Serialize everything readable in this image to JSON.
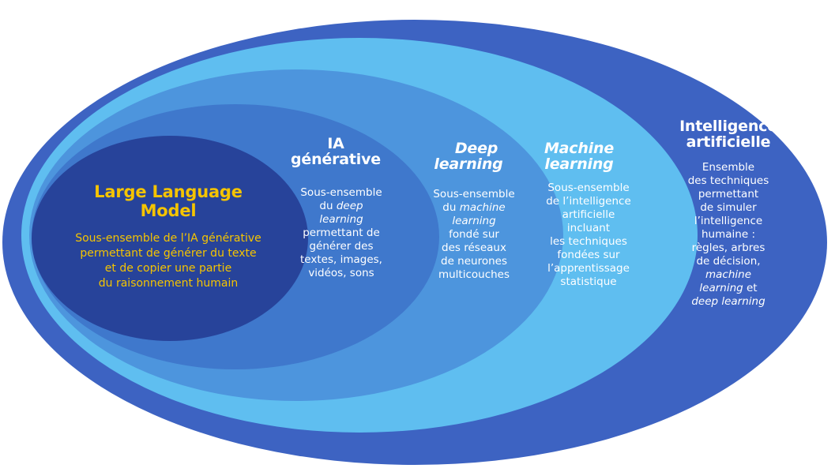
{
  "colors": {
    "ring_ai": "#3d63c2",
    "ring_ml": "#5fbef0",
    "ring_dl": "#4d95dd",
    "ring_gen": "#3f78cc",
    "core_llm": "#27439a",
    "llm_text": "#f5c400",
    "text": "#ffffff"
  },
  "layers": {
    "ai": {
      "title": [
        "Intelligence",
        "artificielle"
      ],
      "desc": [
        {
          "t": "Ensemble",
          "i": false
        },
        {
          "t": "des techniques",
          "i": false
        },
        {
          "t": "permettant",
          "i": false
        },
        {
          "t": "de simuler",
          "i": false
        },
        {
          "t": "l’intelligence",
          "i": false
        },
        {
          "t": "humaine :",
          "i": false
        },
        {
          "t": "règles, arbres",
          "i": false
        },
        {
          "t": "de décision,",
          "i": false
        },
        {
          "t": "machine",
          "i": true
        },
        {
          "t": "learning et",
          "i": "learning"
        },
        {
          "t": "deep learning",
          "i": true
        }
      ]
    },
    "ml": {
      "title": [
        "Machine",
        "learning"
      ],
      "desc": [
        "Sous-ensemble",
        "de l’intelligence",
        "artificielle",
        "incluant",
        "les techniques",
        "fondées sur",
        "l’apprentissage",
        "statistique"
      ]
    },
    "dl": {
      "title": [
        "Deep",
        "learning"
      ],
      "desc": [
        {
          "t": "Sous-ensemble",
          "i": false
        },
        {
          "t": "du machine",
          "i": "machine"
        },
        {
          "t": "learning",
          "i": true
        },
        {
          "t": "fondé sur",
          "i": false
        },
        {
          "t": "des réseaux",
          "i": false
        },
        {
          "t": "de neurones",
          "i": false
        },
        {
          "t": "multicouches",
          "i": false
        }
      ]
    },
    "gen": {
      "title": [
        "IA",
        "générative"
      ],
      "desc": [
        {
          "t": "Sous-ensemble",
          "i": false
        },
        {
          "t": "du deep",
          "i": "deep"
        },
        {
          "t": "learning",
          "i": true
        },
        {
          "t": "permettant de",
          "i": false
        },
        {
          "t": "générer des",
          "i": false
        },
        {
          "t": "textes, images,",
          "i": false
        },
        {
          "t": "vidéos, sons",
          "i": false
        }
      ]
    },
    "llm": {
      "title": [
        "Large Language",
        "Model"
      ],
      "desc": [
        "Sous-ensemble de l’IA générative",
        "permettant de générer du texte",
        "et de copier une partie",
        "du raisonnement humain"
      ]
    }
  }
}
